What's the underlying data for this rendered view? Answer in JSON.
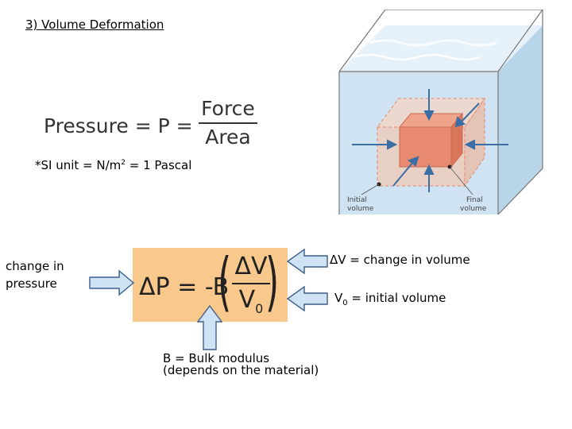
{
  "title": "3) Volume Deformation",
  "pressure_equation": {
    "lhs": "Pressure = P =",
    "numerator": "Force",
    "denominator": "Area"
  },
  "si_unit": {
    "prefix": "*SI unit = N/m",
    "exponent": "2",
    "suffix": " = 1 Pascal"
  },
  "bulk_equation": {
    "lhs": "ΔP = -B",
    "numerator": "ΔV",
    "denominator_base": "V",
    "denominator_sub": "0",
    "box_color": "#f9c88d"
  },
  "labels": {
    "change_in_pressure": "change in pressure",
    "delta_v": "ΔV = change in volume",
    "v0_base": "V",
    "v0_sub": "0",
    "v0_rest": " = initial volume",
    "bulk_line1": "B = Bulk modulus",
    "bulk_line2": "(depends on the material)"
  },
  "tank_figure": {
    "initial_volume_label": [
      "Initial",
      "volume"
    ],
    "final_volume_label": [
      "Final",
      "volume"
    ]
  }
}
